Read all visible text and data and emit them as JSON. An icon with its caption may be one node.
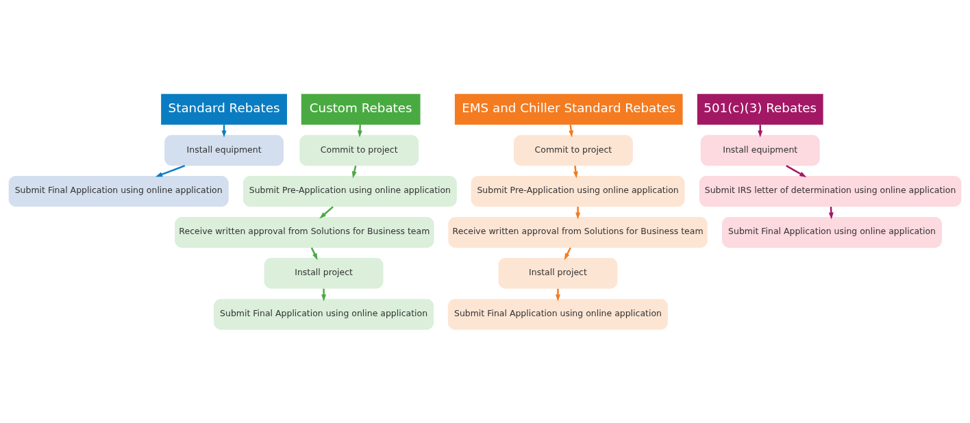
{
  "diagram": {
    "nodes": [
      {
        "text": [
          "Standard Rebates"
        ]
      },
      {
        "text": [
          "Install equipment"
        ]
      },
      {
        "text": [
          "Submit Final Application using online application"
        ]
      },
      {
        "text": [
          "Custom Rebates"
        ]
      },
      {
        "text": [
          "Commit to project"
        ]
      },
      {
        "text": [
          "Submit Pre-Application using online application"
        ]
      },
      {
        "text": [
          "Receive written approval from Solutions for Business team"
        ]
      },
      {
        "text": [
          "Install project"
        ]
      },
      {
        "text": [
          "Submit Final Application using online application"
        ]
      },
      {
        "text": [
          "EMS and Chiller Standard Rebates"
        ]
      },
      {
        "text": [
          "Commit to project"
        ]
      },
      {
        "text": [
          "Submit Pre-Application using online application"
        ]
      },
      {
        "text": [
          "Receive written approval from Solutions for Business team"
        ]
      },
      {
        "text": [
          "Install project"
        ]
      },
      {
        "text": [
          "Submit Final Application using online application"
        ]
      },
      {
        "text": [
          "501(c)(3) Rebates"
        ]
      },
      {
        "text": [
          "Install equipment"
        ]
      },
      {
        "text": [
          "Submit IRS letter of determination using online application"
        ]
      },
      {
        "text": [
          "Submit Final Application using online application"
        ]
      }
    ],
    "edges": [
      {
        "from": 0,
        "to": 1,
        "arrow": "to",
        "color": "#0a7dc2"
      },
      {
        "from": 1,
        "to": 2,
        "arrow": "to",
        "color": "#0a7dc2"
      },
      {
        "from": 3,
        "to": 4,
        "arrow": "to",
        "color": "#4aaa42"
      },
      {
        "from": 4,
        "to": 5,
        "arrow": "to",
        "color": "#4aaa42"
      },
      {
        "from": 5,
        "to": 6,
        "arrow": "to",
        "color": "#4aaa42"
      },
      {
        "from": 6,
        "to": 7,
        "arrow": "to",
        "color": "#4aaa42"
      },
      {
        "from": 7,
        "to": 8,
        "arrow": "to",
        "color": "#4aaa42"
      },
      {
        "from": 9,
        "to": 10,
        "arrow": "to",
        "color": "#f47b20"
      },
      {
        "from": 10,
        "to": 11,
        "arrow": "to",
        "color": "#f47b20"
      },
      {
        "from": 11,
        "to": 12,
        "arrow": "to",
        "color": "#f47b20"
      },
      {
        "from": 12,
        "to": 13,
        "arrow": "to",
        "color": "#f47b20"
      },
      {
        "from": 13,
        "to": 14,
        "arrow": "to",
        "color": "#f47b20"
      },
      {
        "from": 15,
        "to": 16,
        "arrow": "to",
        "color": "#a31865"
      },
      {
        "from": 16,
        "to": 17,
        "arrow": "to",
        "color": "#a31865"
      },
      {
        "from": 17,
        "to": 18,
        "arrow": "to",
        "color": "#a31865"
      }
    ]
  }
}
